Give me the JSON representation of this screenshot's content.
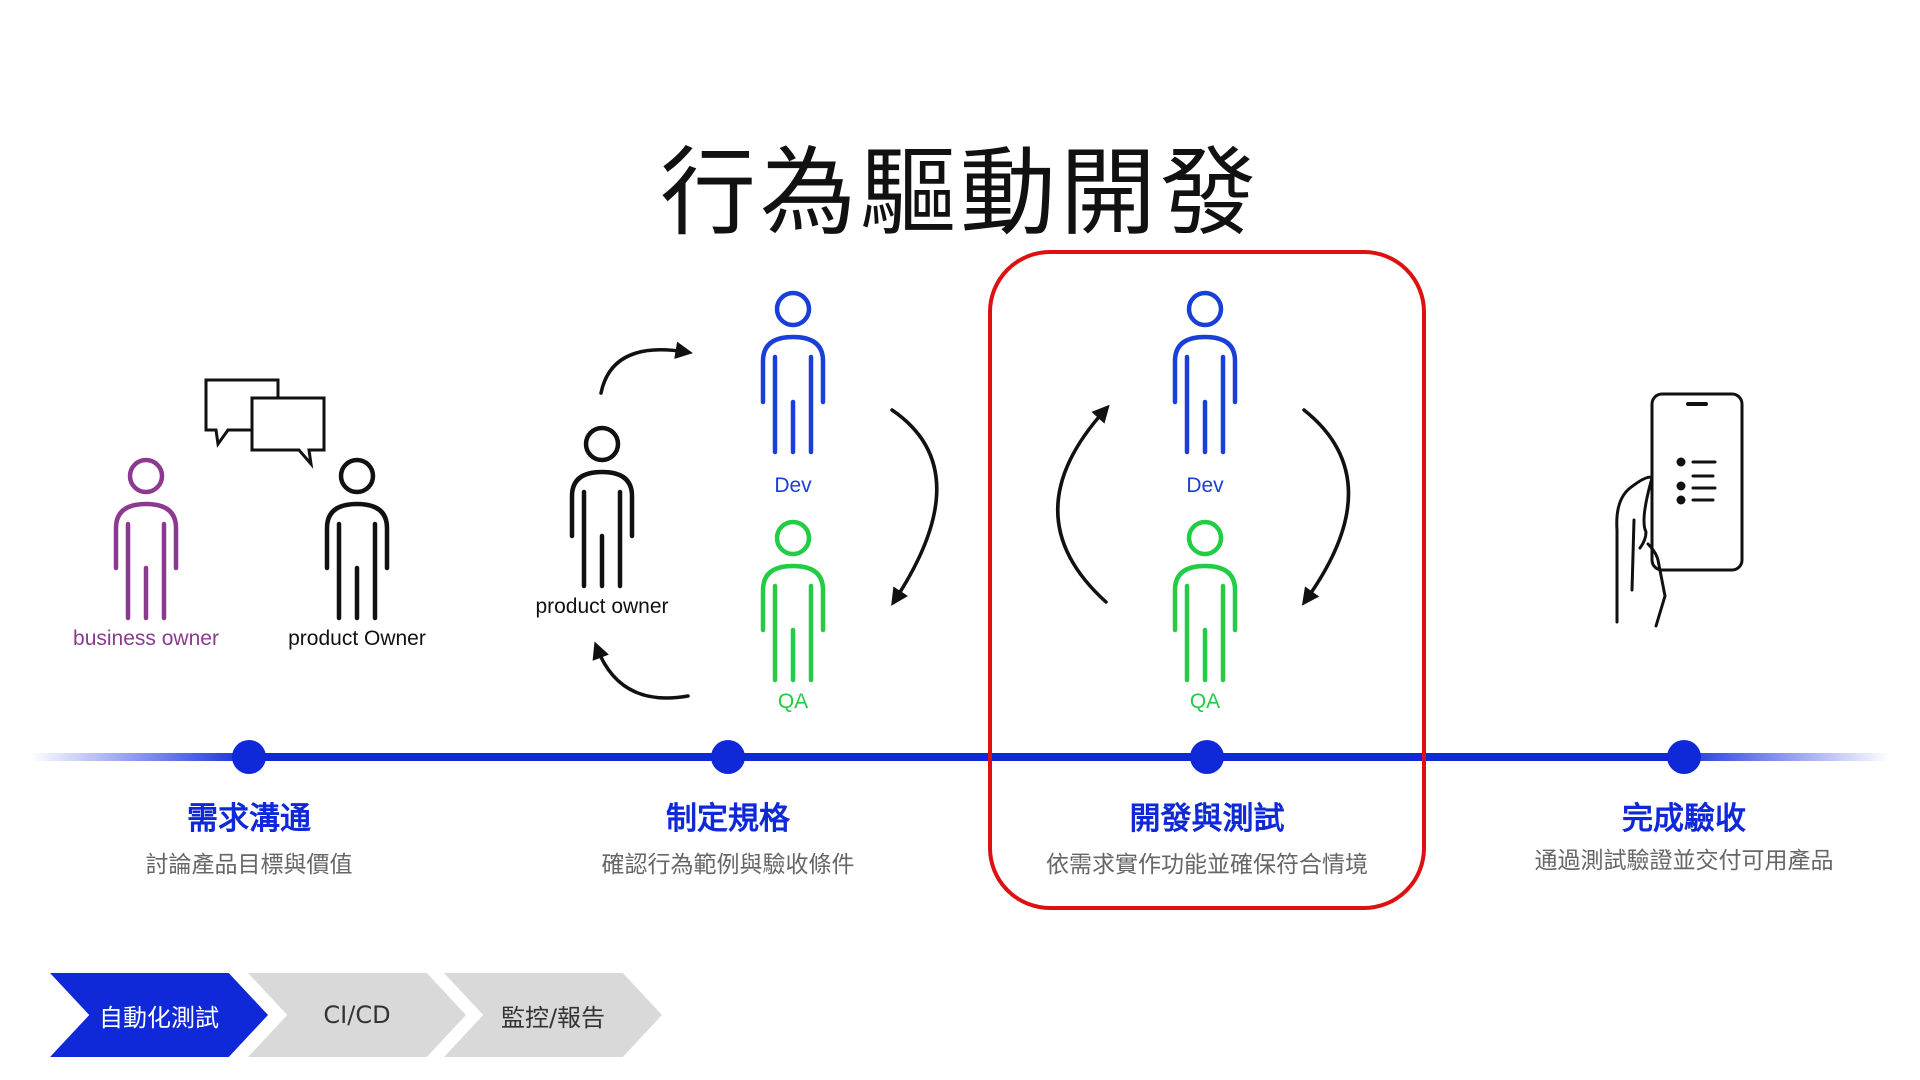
{
  "title": "行為驅動開發",
  "people": {
    "business_owner": "business owner",
    "product_owner_a": "product Owner",
    "product_owner_b": "product owner",
    "dev": "Dev",
    "qa": "QA"
  },
  "stages": [
    {
      "title": "需求溝通",
      "desc": "討論產品目標與價值"
    },
    {
      "title": "制定規格",
      "desc": "確認行為範例與驗收條件"
    },
    {
      "title": "開發與測試",
      "desc": "依需求實作功能並確保符合情境"
    },
    {
      "title": "完成驗收",
      "desc": "通過測試驗證並交付可用產品"
    }
  ],
  "steps": [
    {
      "label": "自動化測試",
      "active": true
    },
    {
      "label": "CI/CD",
      "active": false
    },
    {
      "label": "監控/報告",
      "active": false
    }
  ],
  "colors": {
    "accent": "#0f28d8",
    "business": "#8b3a8f",
    "dev": "#1a3fd8",
    "qa": "#22cc44",
    "highlight": "#dd1111",
    "inactive_step": "#d9d9d9"
  },
  "highlighted_stage": 2
}
